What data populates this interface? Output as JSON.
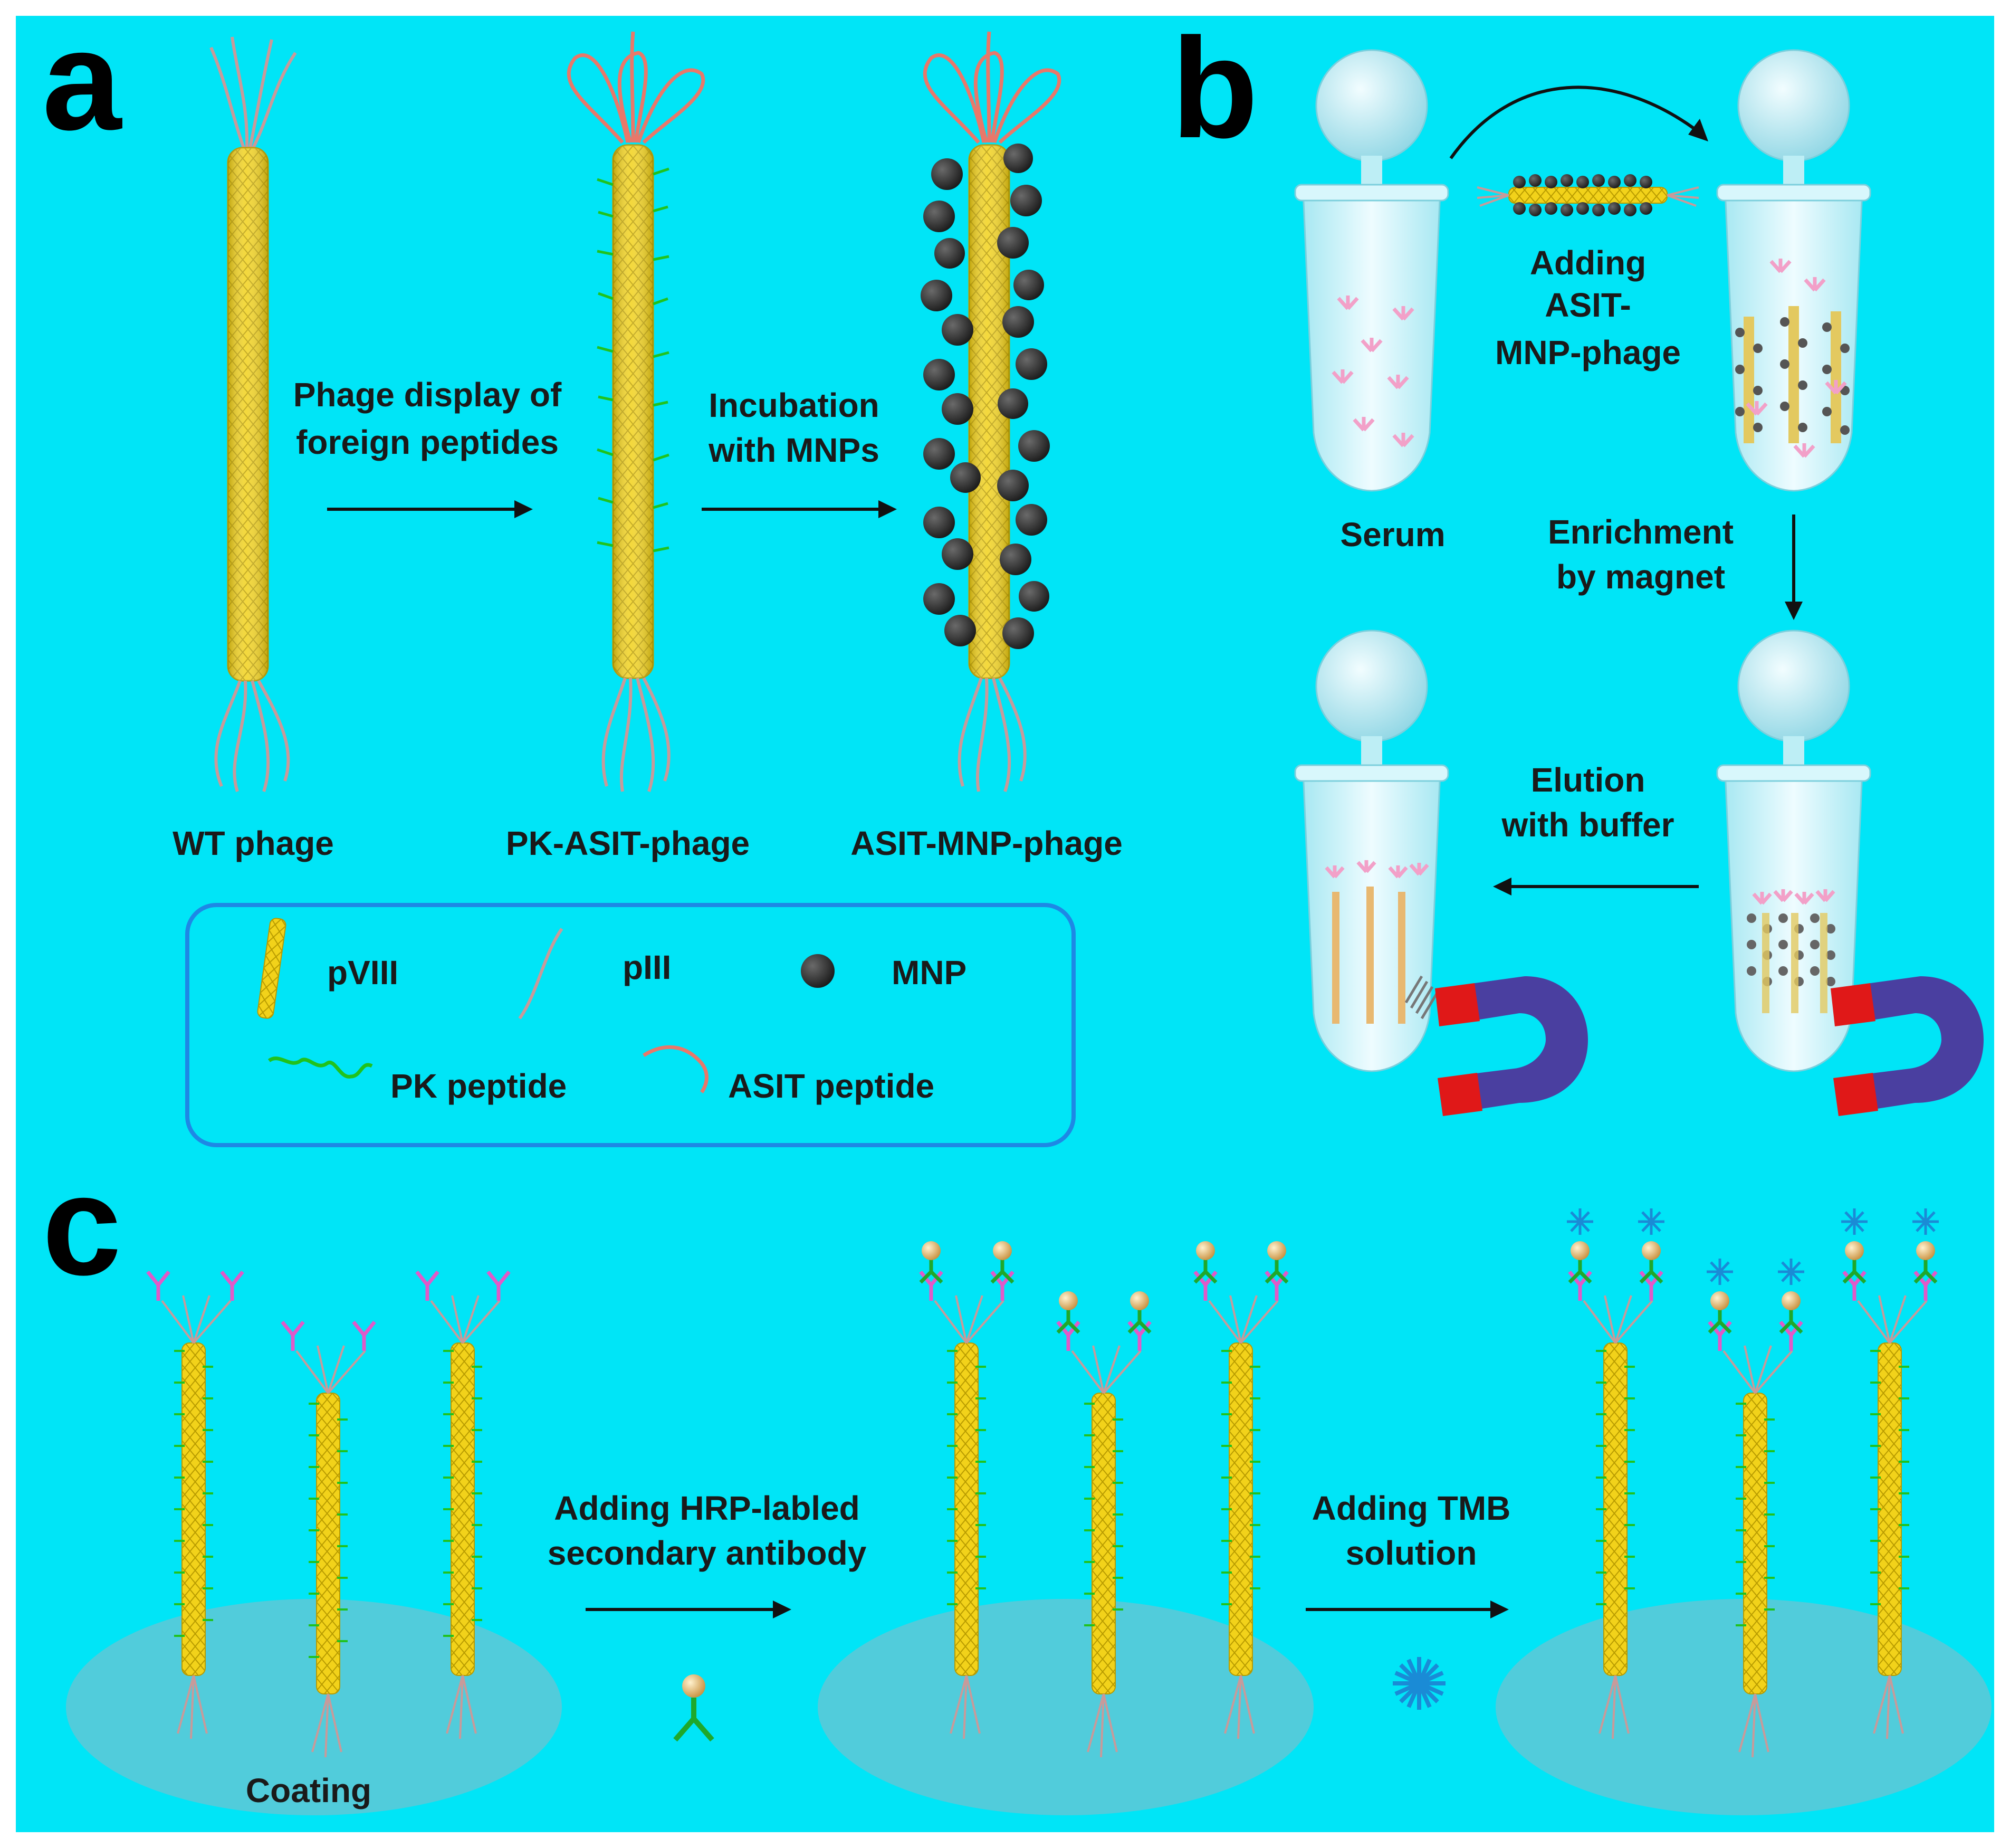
{
  "colors": {
    "background": "#00e5f7",
    "phage_yellow": "#f2d21a",
    "phage_edge": "#b89b00",
    "pk_peptide": "#21c21d",
    "asit_peptide": "#e8786a",
    "piii": "#c89a9a",
    "mnp": "#2e2e2e",
    "antibody": "#e05ac8",
    "secondary_antibody": "#1fa82b",
    "hrp": "#f0c070",
    "tmb": "#1a8bd6",
    "magnet_red": "#e01818",
    "magnet_blue": "#4a3fa0",
    "tube": "#c8f2f8",
    "plate": "#5fc8d6",
    "legend_border": "#1e88e5"
  },
  "panels": {
    "a": {
      "letter": "a",
      "step1": {
        "line1": "Phage display of",
        "line2": "foreign peptides"
      },
      "step2": {
        "line1": "Incubation",
        "line2": "with MNPs"
      },
      "captions": [
        "WT phage",
        "PK-ASIT-phage",
        "ASIT-MNP-phage"
      ],
      "legend": {
        "pviii": "pVIII",
        "piii": "pIII",
        "mnp": "MNP",
        "pk": "PK peptide",
        "asit": "ASIT peptide"
      }
    },
    "b": {
      "letter": "b",
      "serum": "Serum",
      "adding": {
        "line1": "Adding",
        "line2": "ASIT-",
        "line3": "MNP-phage"
      },
      "enrichment": {
        "line1": "Enrichment",
        "line2": "by magnet"
      },
      "elution": {
        "line1": "Elution",
        "line2": "with buffer"
      }
    },
    "c": {
      "letter": "c",
      "coating": "Coating",
      "step1": {
        "line1": "Adding HRP-labled",
        "line2": "secondary antibody"
      },
      "step2": {
        "line1": "Adding TMB",
        "line2": "solution"
      }
    }
  }
}
